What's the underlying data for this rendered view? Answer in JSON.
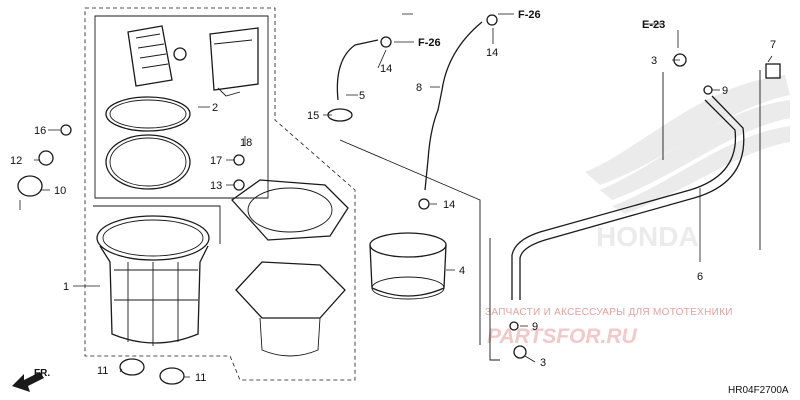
{
  "parts": {
    "p1": "1",
    "p2": "2",
    "p3a": "3",
    "p3b": "3",
    "p4": "4",
    "p5": "5",
    "p6": "6",
    "p7": "7",
    "p8": "8",
    "p9a": "9",
    "p9b": "9",
    "p10": "10",
    "p11a": "11",
    "p11b": "11",
    "p12": "12",
    "p13": "13",
    "p14a": "14",
    "p14b": "14",
    "p14c": "14",
    "p15": "15",
    "p16": "16",
    "p17": "17",
    "p18": "18"
  },
  "refs": {
    "f26a": "F-26",
    "f26b": "F-26",
    "e23": "E-23"
  },
  "direction_label": "FR.",
  "diagram_code": "HR04F2700A",
  "watermark": {
    "tagline": "ЗАПЧАСТИ И АКСЕССУАРЫ ДЛЯ МОТОТЕХНИКИ",
    "site": "PARTSFOR.RU",
    "logo_text": "HONDA"
  },
  "colors": {
    "line": "#1a1a1a",
    "watermark": "#e2a2a2",
    "logo": "#ebebeb"
  }
}
